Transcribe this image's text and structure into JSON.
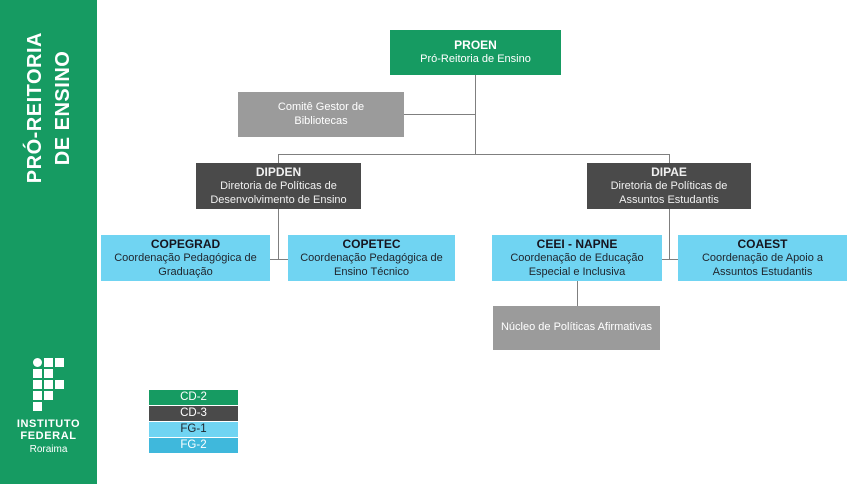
{
  "sidebar": {
    "title": "PRÓ-REITORIA\nDE ENSINO",
    "logo": {
      "line1": "INSTITUTO",
      "line2": "FEDERAL",
      "line3": "Roraima"
    }
  },
  "org": {
    "nodes": {
      "proen": {
        "acronym": "PROEN",
        "label": "Pró-Reitoria de Ensino",
        "grade": "CD-2"
      },
      "comite": {
        "label": "Comitê Gestor de Bibliotecas"
      },
      "dipden": {
        "acronym": "DIPDEN",
        "label": "Diretoria de Políticas de Desenvolvimento de Ensino",
        "grade": "CD-3"
      },
      "dipae": {
        "acronym": "DIPAE",
        "label": "Diretoria de Políticas de Assuntos Estudantis",
        "grade": "CD-3"
      },
      "copegrad": {
        "acronym": "COPEGRAD",
        "label": "Coordenação Pedagógica de Graduação",
        "grade": "FG-1"
      },
      "copetec": {
        "acronym": "COPETEC",
        "label": "Coordenação Pedagógica de Ensino Técnico",
        "grade": "FG-1"
      },
      "ceei": {
        "acronym": "CEEI - NAPNE",
        "label": "Coordenação de Educação Especial e Inclusiva",
        "grade": "FG-1"
      },
      "coaest": {
        "acronym": "COAEST",
        "label": "Coordenação de Apoio a Assuntos Estudantis",
        "grade": "FG-1"
      },
      "nucleo": {
        "label": "Núcleo de Políticas Afirmativas"
      }
    }
  },
  "legend": {
    "items": [
      {
        "label": "CD-2",
        "color": "#169b62"
      },
      {
        "label": "CD-3",
        "color": "#4a4a4a"
      },
      {
        "label": "FG-1",
        "color": "#70d4f2"
      },
      {
        "label": "FG-2",
        "color": "#3fb8dc"
      }
    ]
  },
  "colors": {
    "sidebar_green": "#169b62",
    "dark_gray": "#4a4a4a",
    "medium_gray": "#9b9b9b",
    "light_blue": "#70d4f2",
    "medium_blue": "#3fb8dc",
    "connector": "#7f7f7f"
  }
}
